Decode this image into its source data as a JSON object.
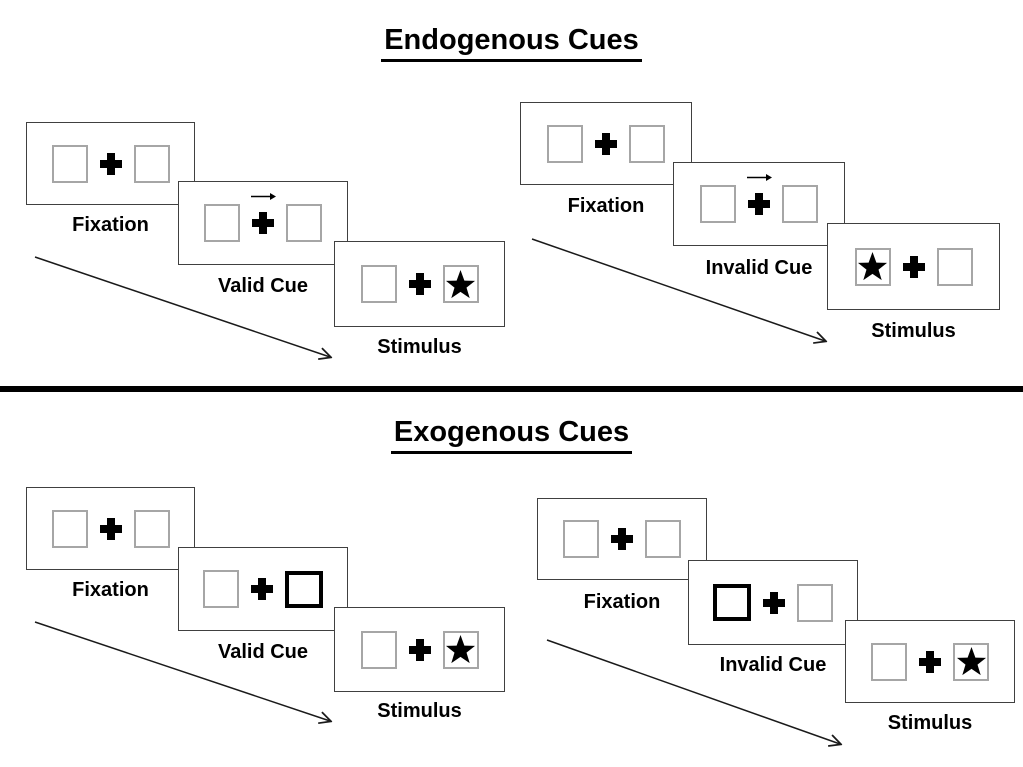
{
  "sections": [
    {
      "title": "Endogenous Cues",
      "panels": [
        {
          "name": "endogenous-valid",
          "cue": {
            "type": "central-arrow",
            "direction": "right"
          },
          "stimulus": {
            "star_side": "right"
          },
          "labels": {
            "fixation": "Fixation",
            "cue": "Valid Cue",
            "stimulus": "Stimulus"
          }
        },
        {
          "name": "endogenous-invalid",
          "cue": {
            "type": "central-arrow",
            "direction": "right"
          },
          "stimulus": {
            "star_side": "left"
          },
          "labels": {
            "fixation": "Fixation",
            "cue": "Invalid Cue",
            "stimulus": "Stimulus"
          }
        }
      ]
    },
    {
      "title": "Exogenous Cues",
      "panels": [
        {
          "name": "exogenous-valid",
          "cue": {
            "type": "peripheral-bold-box",
            "side": "right"
          },
          "stimulus": {
            "star_side": "right"
          },
          "labels": {
            "fixation": "Fixation",
            "cue": "Valid Cue",
            "stimulus": "Stimulus"
          }
        },
        {
          "name": "exogenous-invalid",
          "cue": {
            "type": "peripheral-bold-box",
            "side": "left"
          },
          "stimulus": {
            "star_side": "right"
          },
          "labels": {
            "fixation": "Fixation",
            "cue": "Invalid Cue",
            "stimulus": "Stimulus"
          }
        }
      ]
    }
  ],
  "colors": {
    "background": "#ffffff",
    "ink": "#000000",
    "card_border": "#404040",
    "placeholder_square_border": "#a6a6a6",
    "bold_cue_square_border": "#000000"
  },
  "icons": {
    "fixation_cross": "plus-cross-icon",
    "cue_arrow": "right-arrow-icon",
    "target": "star-icon",
    "sequence": "diagonal-down-right-arrow"
  }
}
